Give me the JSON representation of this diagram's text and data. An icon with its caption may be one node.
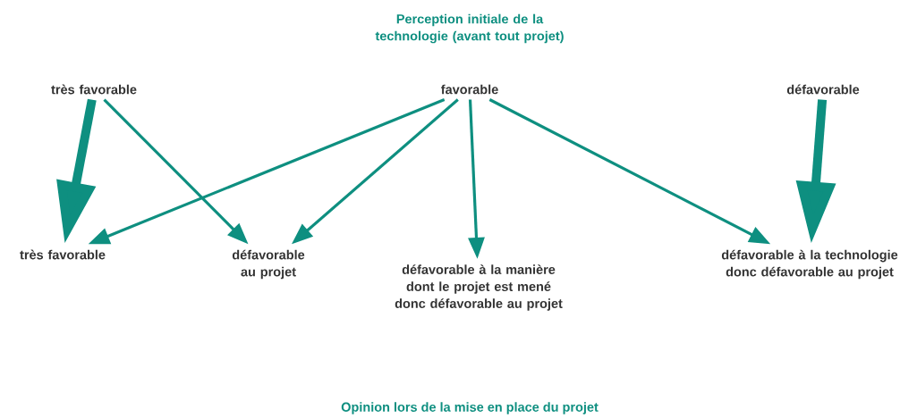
{
  "diagram": {
    "title": "Perception initiale de la technologie (avant tout projet)",
    "caption": "Opinion lors de la mise en place du projet",
    "nodes": [
      {
        "text": [
          "très favorable"
        ]
      },
      {
        "text": [
          "favorable"
        ]
      },
      {
        "text": [
          "défavorable"
        ]
      },
      {
        "text": [
          "très favorable"
        ]
      },
      {
        "text": [
          "défavorable au projet"
        ]
      },
      {
        "text": [
          "défavorable à la manière dont le projet est mené donc défavorable au projet"
        ]
      },
      {
        "text": [
          "défavorable à la technologie donc défavorable au projet"
        ]
      }
    ],
    "edges": [
      {
        "from": 0,
        "to": 3,
        "arrow": "to",
        "style": "thick"
      },
      {
        "from": 0,
        "to": 4,
        "arrow": "to"
      },
      {
        "from": 1,
        "to": 3,
        "arrow": "to"
      },
      {
        "from": 1,
        "to": 4,
        "arrow": "to"
      },
      {
        "from": 1,
        "to": 5,
        "arrow": "to"
      },
      {
        "from": 1,
        "to": 6,
        "arrow": "to"
      },
      {
        "from": 2,
        "to": 6,
        "arrow": "to",
        "style": "thick"
      }
    ]
  }
}
